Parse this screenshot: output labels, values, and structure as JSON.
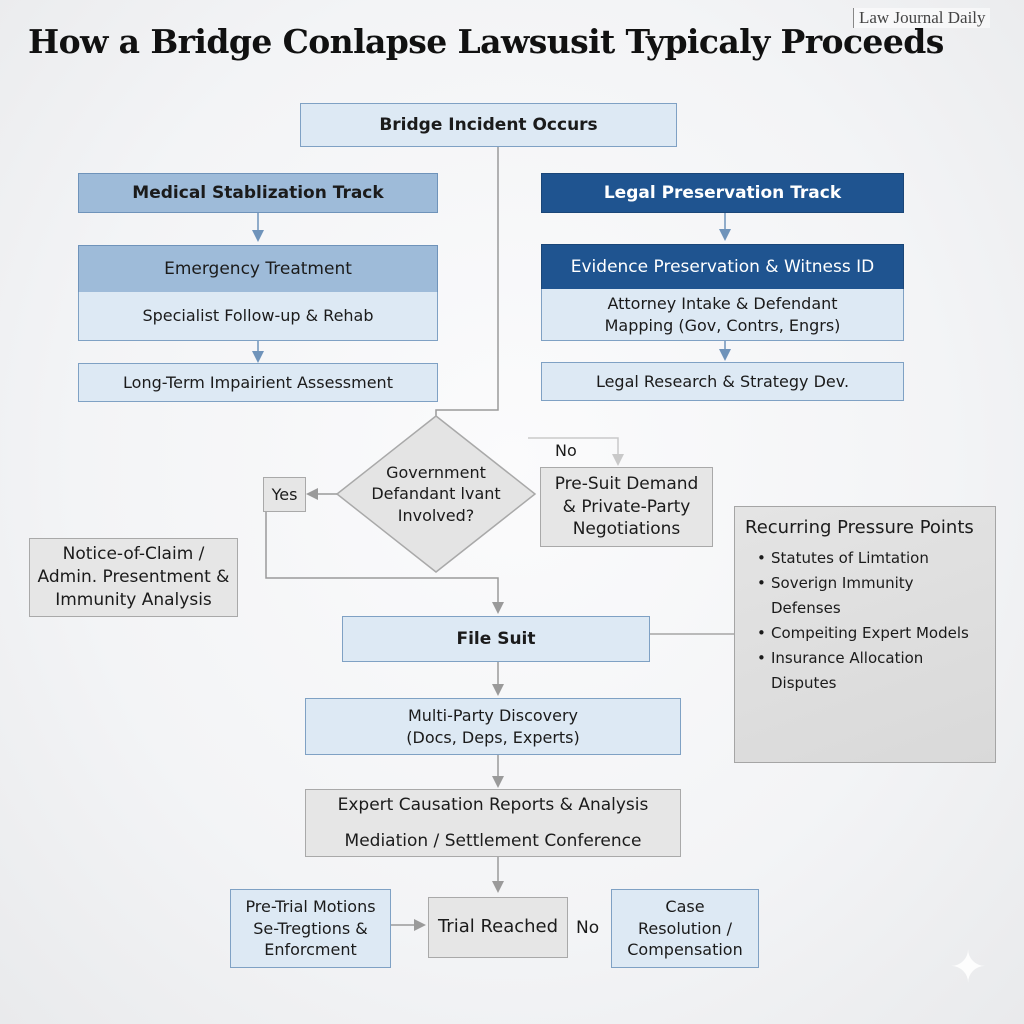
{
  "title": "How a Bridge Conlapse Lawsusit Typicaly Proceeds",
  "brand": "Law Journal Daily",
  "nodes": {
    "incident": "Bridge Incident Occurs",
    "medical_track": "Medical Stablization Track",
    "emergency": "Emergency Treatment",
    "specialist": "Specialist Follow-up & Rehab",
    "impairment": "Long-Term Impairient Assessment",
    "legal_track": "Legal Preservation Track",
    "evidence": "Evidence Preservation & Witness ID",
    "intake_line1": "Attorney Intake & Defendant",
    "intake_line2": "Mapping (Gov, Contrs, Engrs)",
    "research": "Legal Research & Strategy Dev.",
    "decision_line1": "Government",
    "decision_line2": "Defandant lvant",
    "decision_line3": "Involved?",
    "yes": "Yes",
    "no_top": "No",
    "presuit_line1": "Pre-Suit Demand",
    "presuit_line2": "& Private-Party",
    "presuit_line3": "Negotiations",
    "notice_line1": "Notice-of-Claim /",
    "notice_line2": "Admin. Presentment &",
    "notice_line3": "Immunity Analysis",
    "file_suit": "File Suit",
    "discovery_line1": "Multi-Party Discovery",
    "discovery_line2": "(Docs, Deps, Experts)",
    "expert": "Expert Causation Reports & Analysis",
    "mediation": "Mediation / Settlement Conference",
    "pretrial_line1": "Pre-Trial Motions",
    "pretrial_line2": "Se-Tregtions &",
    "pretrial_line3": "Enforcment",
    "trial": "Trial Reached",
    "no_bottom": "No",
    "resolution_line1": "Case",
    "resolution_line2": "Resolution /",
    "resolution_line3": "Compensation"
  },
  "pressure_points": {
    "heading": "Recurring Pressure Points",
    "items": [
      "Statutes of Limtation",
      "Soverign Immunity Defenses",
      "Compeiting Expert Models",
      "Insurance Allocation Disputes"
    ]
  },
  "colors": {
    "dark_blue": "#1f5490",
    "mid_blue": "#9ebbd9",
    "light_blue": "#dde9f4",
    "grey": "#e6e6e6"
  }
}
